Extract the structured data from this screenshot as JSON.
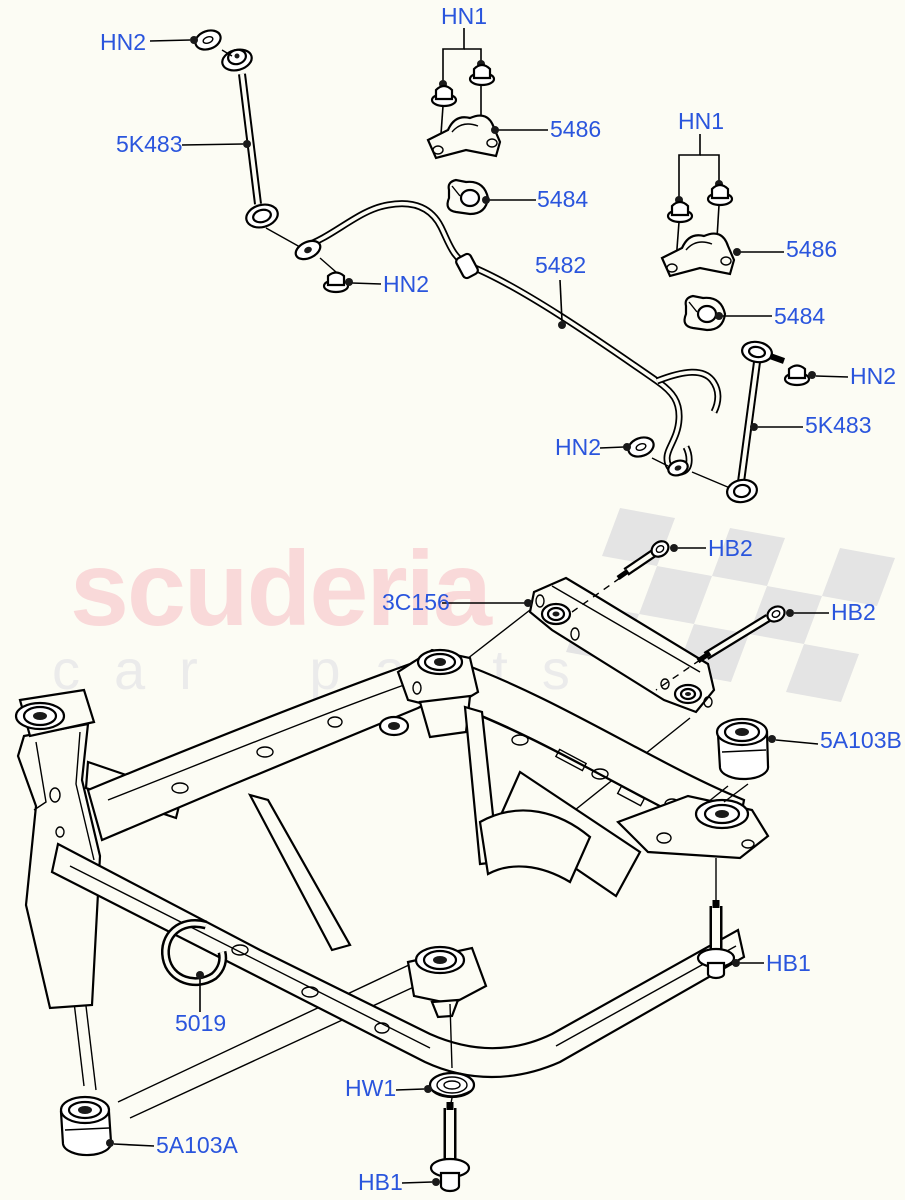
{
  "watermark": {
    "brand": "scuderia",
    "subtitle": "car parts"
  },
  "callouts": [
    {
      "id": "hn2-top-left",
      "text": "HN2"
    },
    {
      "id": "5k483-left",
      "text": "5K483"
    },
    {
      "id": "hn1-top",
      "text": "HN1"
    },
    {
      "id": "5486-top",
      "text": "5486"
    },
    {
      "id": "5484-top",
      "text": "5484"
    },
    {
      "id": "hn1-right",
      "text": "HN1"
    },
    {
      "id": "5486-right",
      "text": "5486"
    },
    {
      "id": "5482-bar",
      "text": "5482"
    },
    {
      "id": "5484-right",
      "text": "5484"
    },
    {
      "id": "hn2-right",
      "text": "HN2"
    },
    {
      "id": "5k483-right",
      "text": "5K483"
    },
    {
      "id": "hn2-mid-left",
      "text": "HN2"
    },
    {
      "id": "hn2-mid-bottom",
      "text": "HN2"
    },
    {
      "id": "hb2-upper",
      "text": "HB2"
    },
    {
      "id": "3c156-bracket",
      "text": "3C156"
    },
    {
      "id": "hb2-lower",
      "text": "HB2"
    },
    {
      "id": "5a103b-bushing",
      "text": "5A103B"
    },
    {
      "id": "hb1-right",
      "text": "HB1"
    },
    {
      "id": "5019-clamp",
      "text": "5019"
    },
    {
      "id": "hw1-washer",
      "text": "HW1"
    },
    {
      "id": "5a103a-bushing",
      "text": "5A103A"
    },
    {
      "id": "hb1-bottom",
      "text": "HB1"
    }
  ],
  "colors": {
    "background": "#fcfcf4",
    "callout_blue": "#2a55dd",
    "line_black": "#000000",
    "watermark_pink": "#f9d9d9",
    "watermark_gray": "#ebebeb",
    "flag_gray": "#e4e4e4"
  }
}
